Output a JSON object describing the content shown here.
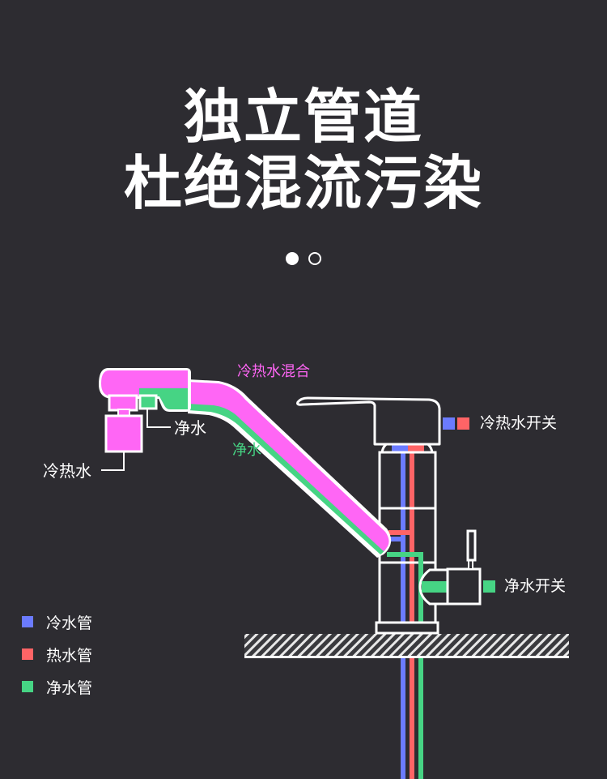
{
  "headline": {
    "line1": "独立管道",
    "line2": "杜绝混流污染"
  },
  "pagination": {
    "total": 2,
    "active_index": 0
  },
  "colors": {
    "background": "#2d2c31",
    "cold": "#6b7bff",
    "hot": "#ff6466",
    "pure": "#46d484",
    "mixed": "#ff66f5",
    "outline": "#ffffff"
  },
  "diagram": {
    "labels": {
      "mixed_water": "冷热水混合",
      "pure_water_spout": "净水",
      "pure_water_outlet": "净水",
      "hot_cold_outlet": "冷热水",
      "hot_cold_switch": "冷热水开关",
      "pure_switch": "净水开关"
    }
  },
  "legend": [
    {
      "label": "冷水管",
      "color": "#6b7bff"
    },
    {
      "label": "热水管",
      "color": "#ff6466"
    },
    {
      "label": "净水管",
      "color": "#46d484"
    }
  ]
}
